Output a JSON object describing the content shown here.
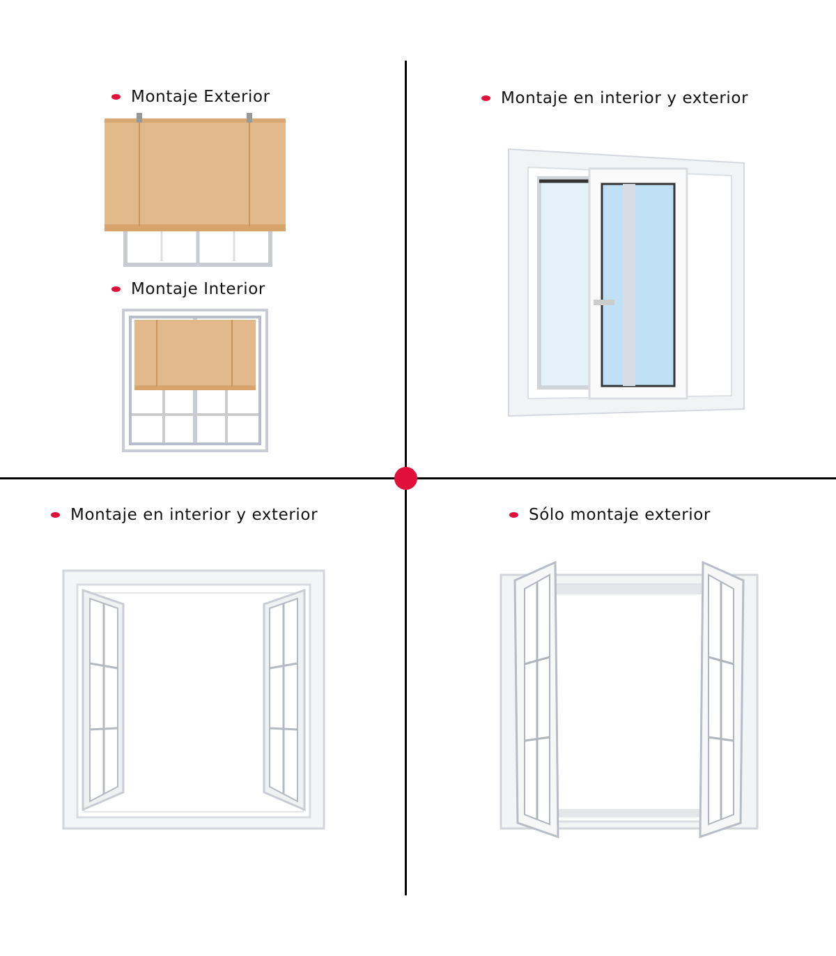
{
  "labels": {
    "top_left_exterior": "Montaje Exterior",
    "top_left_interior": "Montaje Interior",
    "top_right": "Montaje en interior y exterior",
    "bottom_left": "Montaje en interior y exterior",
    "bottom_right": "Sólo montaje exterior"
  },
  "colors": {
    "accent": "#e0103a",
    "divider": "#000000",
    "blind": "#e2b98a"
  }
}
